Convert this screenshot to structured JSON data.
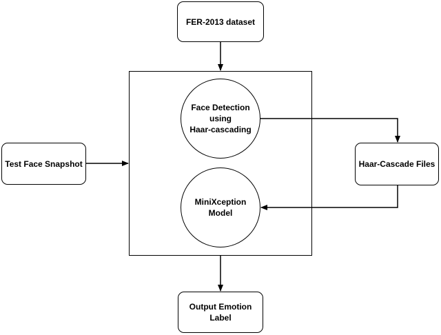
{
  "nodes": {
    "dataset": {
      "label": "FER-2013 dataset"
    },
    "test_face": {
      "label": "Test Face Snapshot"
    },
    "face_detection": {
      "lines": [
        "Face Detection",
        "using",
        "Haar-cascading"
      ]
    },
    "minixception": {
      "lines": [
        "MiniXception",
        "Model"
      ]
    },
    "haar_files": {
      "label": "Haar-Cascade Files"
    },
    "output": {
      "lines": [
        "Output Emotion",
        "Label"
      ]
    }
  },
  "colors": {
    "stroke": "#000000",
    "fill": "#ffffff",
    "text": "#000000"
  }
}
